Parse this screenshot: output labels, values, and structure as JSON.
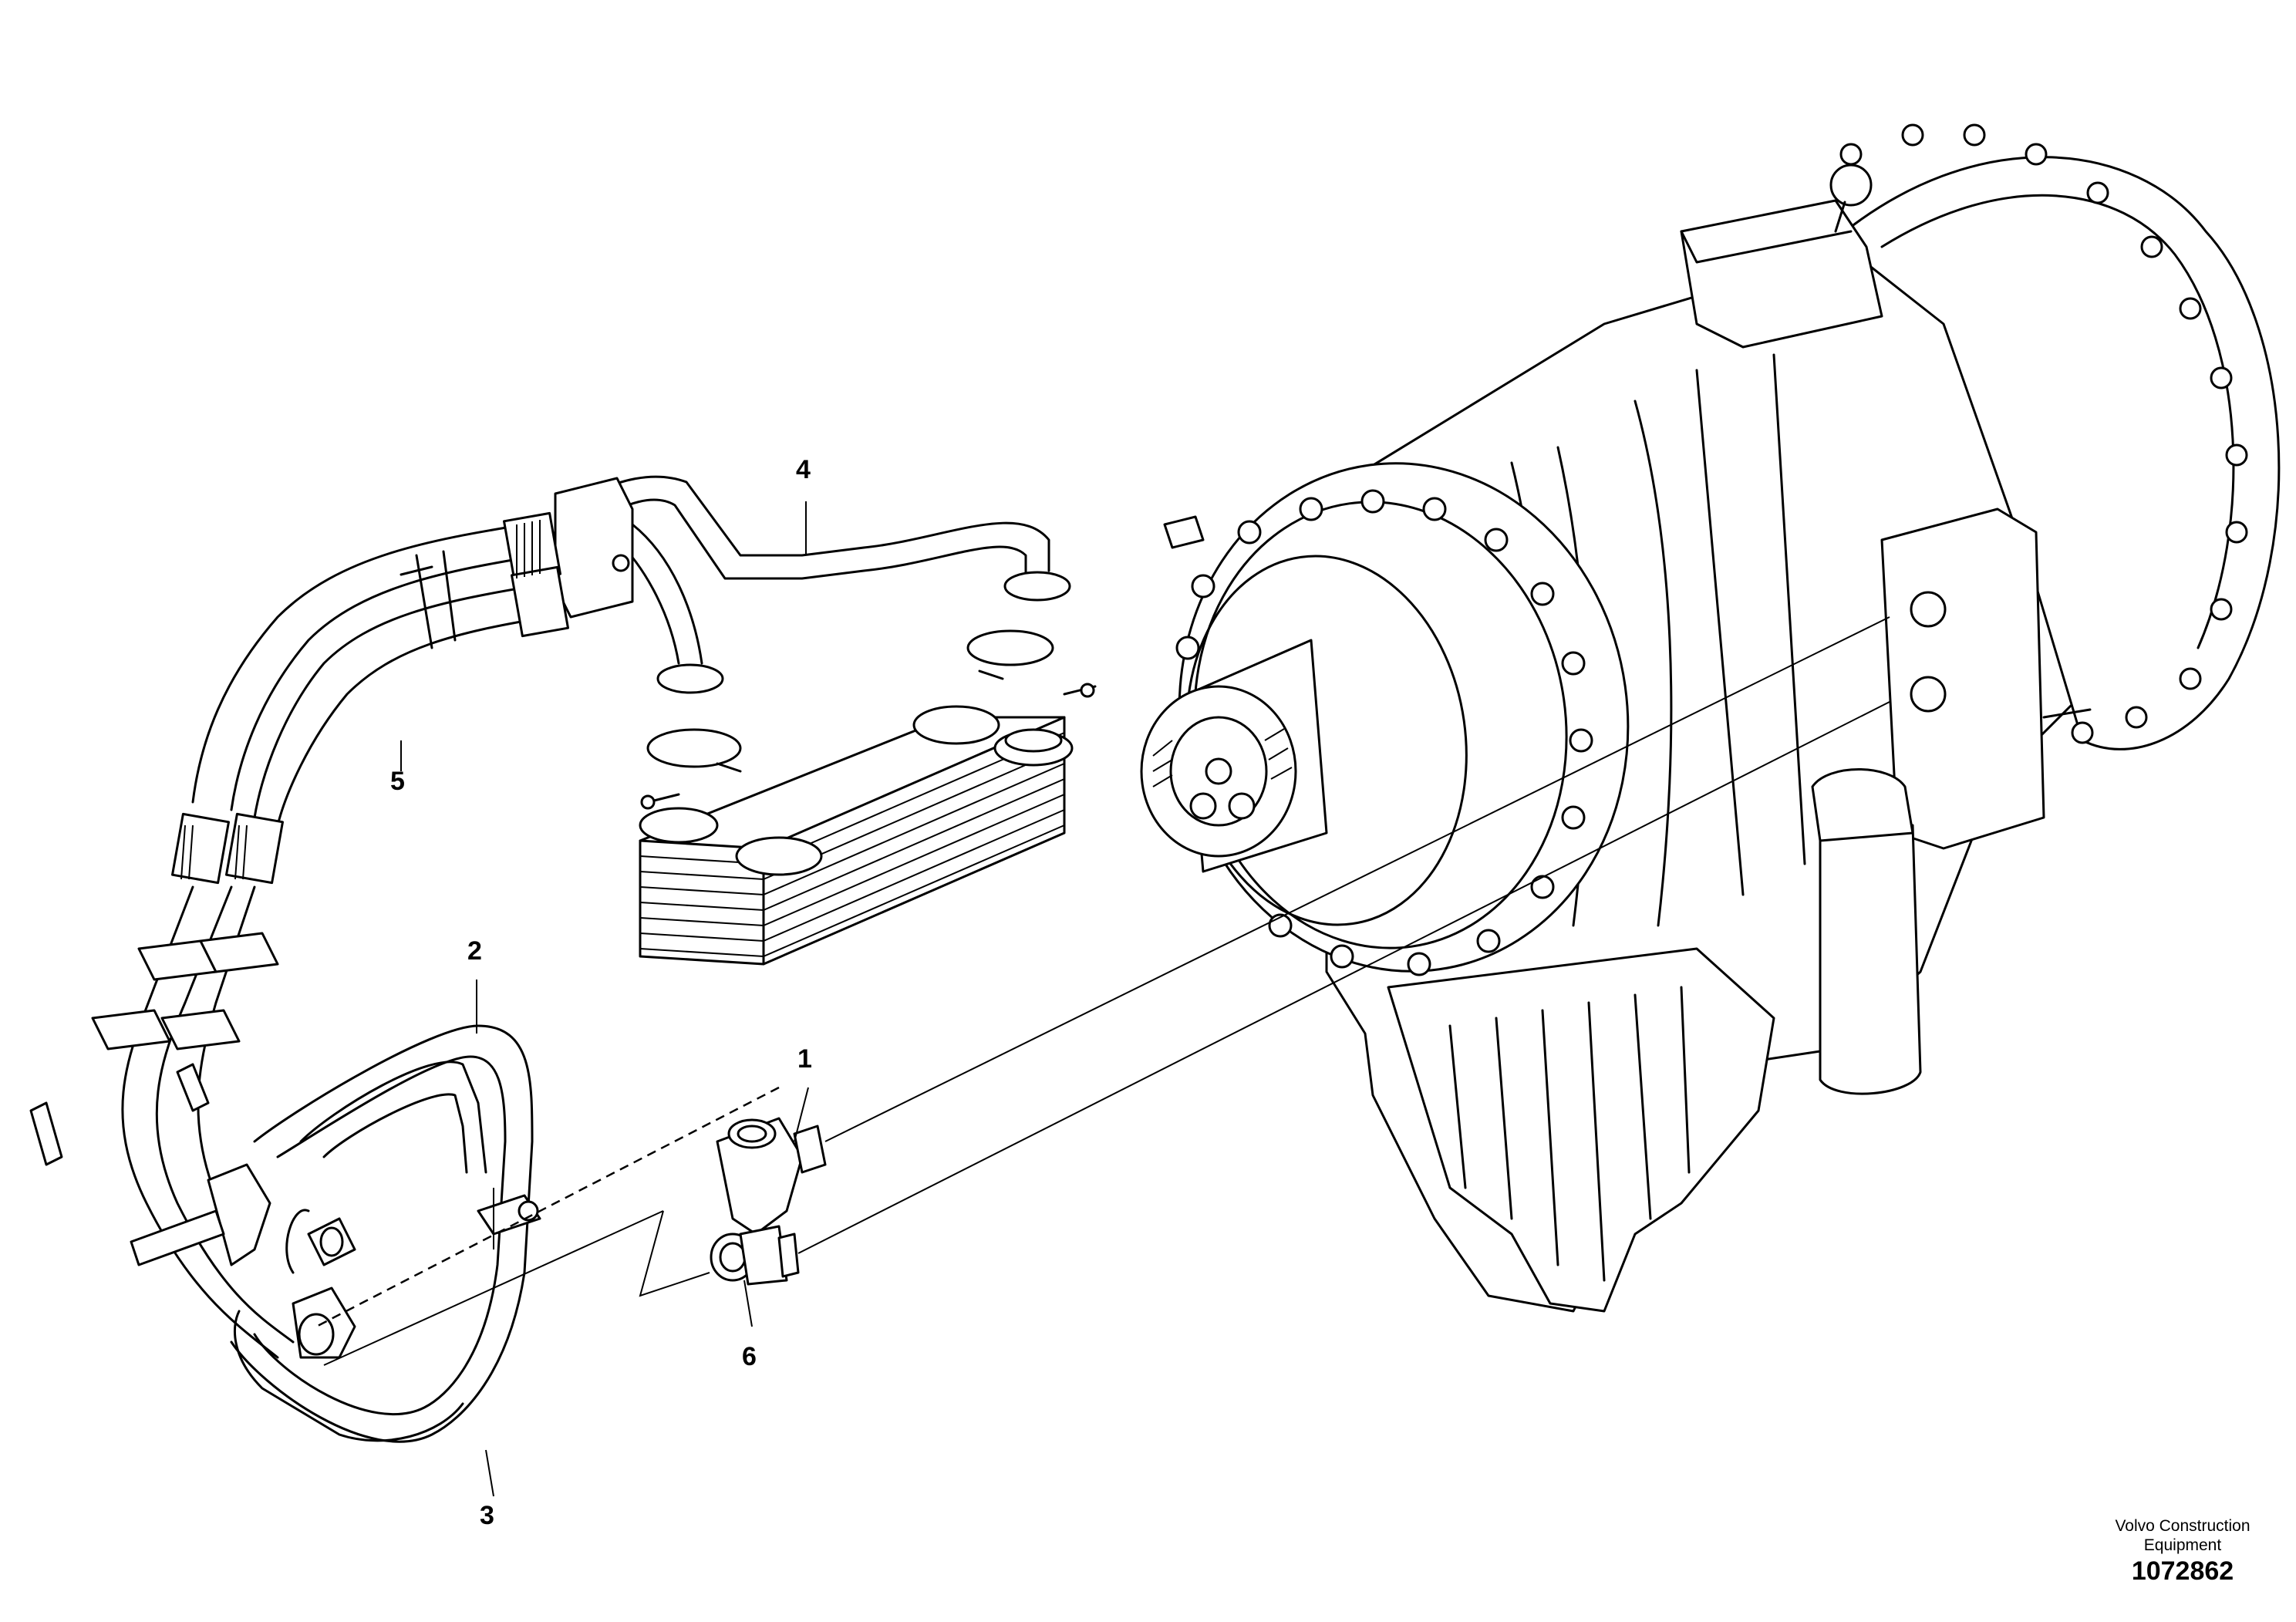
{
  "callouts": [
    {
      "id": "1",
      "label": "1"
    },
    {
      "id": "2",
      "label": "2"
    },
    {
      "id": "3",
      "label": "3"
    },
    {
      "id": "4",
      "label": "4"
    },
    {
      "id": "5",
      "label": "5"
    },
    {
      "id": "6",
      "label": "6"
    }
  ],
  "footer": {
    "manufacturer_line1": "Volvo Construction",
    "manufacturer_line2": "Equipment",
    "document_number": "1072862"
  }
}
